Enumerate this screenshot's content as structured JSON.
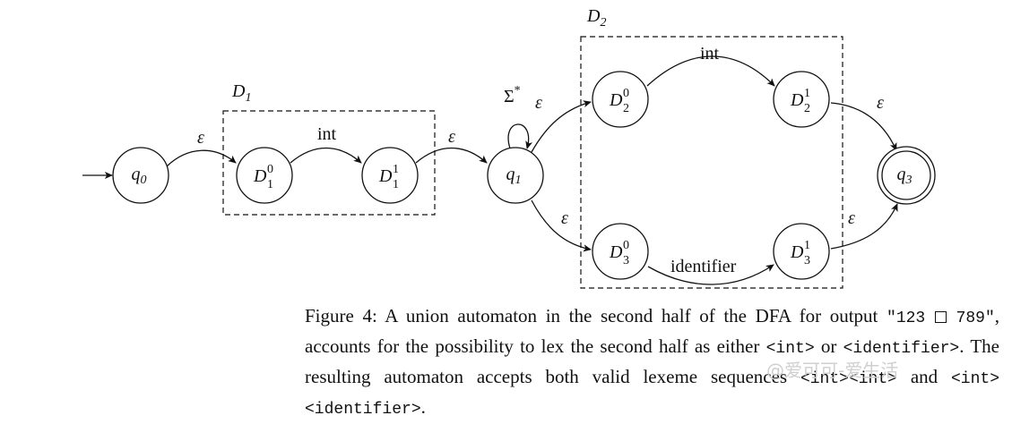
{
  "states": {
    "q0": {
      "base": "q",
      "sub": "0"
    },
    "d10": {
      "base": "D",
      "sub": "1",
      "sup": "0"
    },
    "d11": {
      "base": "D",
      "sub": "1",
      "sup": "1"
    },
    "q1": {
      "base": "q",
      "sub": "1"
    },
    "d20": {
      "base": "D",
      "sub": "2",
      "sup": "0"
    },
    "d21": {
      "base": "D",
      "sub": "2",
      "sup": "1"
    },
    "d30": {
      "base": "D",
      "sub": "3",
      "sup": "0"
    },
    "d31": {
      "base": "D",
      "sub": "3",
      "sup": "1"
    },
    "q3": {
      "base": "q",
      "sub": "3"
    }
  },
  "boxes": {
    "d1": {
      "base": "D",
      "sub": "1"
    },
    "d2": {
      "base": "D",
      "sub": "2"
    }
  },
  "edges": {
    "epsilon": "ε",
    "int": "int",
    "identifier": "identifier",
    "loop_base": "Σ",
    "loop_sup": "*"
  },
  "caption": {
    "p1": "Figure 4: A union automaton in the second half of the DFA for output ",
    "code_a1": "\"123",
    "code_a2": "789\"",
    "p2": ", accounts for the possibility to lex the second half as either ",
    "c_int": "<int>",
    "p3": " or ",
    "c_ident": "<identifier>",
    "p4": ". The resulting automaton accepts both valid lexeme sequences ",
    "c_seq1": "<int><int>",
    "p5": " and ",
    "c_seq2": "<int><identifier>",
    "p6": "."
  },
  "watermark": "@爱可可-爱生活"
}
